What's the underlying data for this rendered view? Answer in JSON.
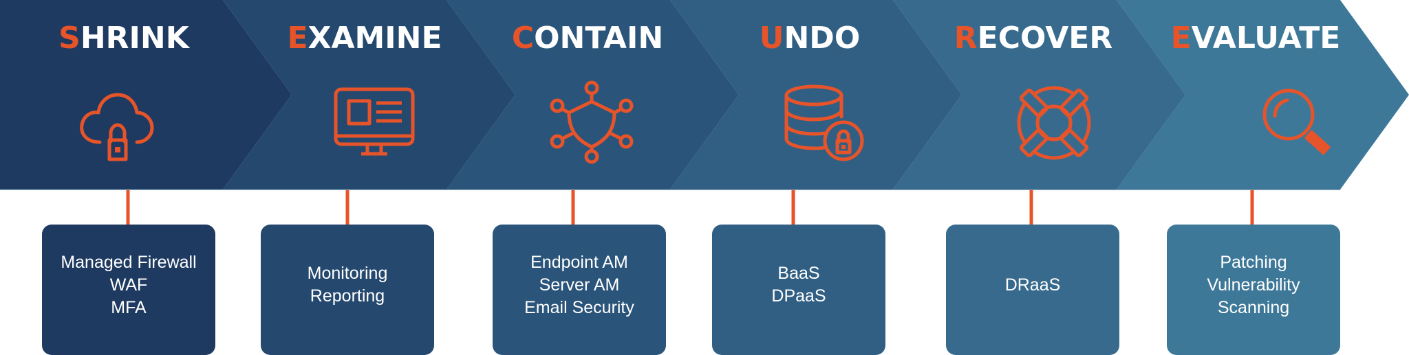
{
  "diagram": {
    "title_words": "SHRINK EXAMINE CONTAIN UNDO RECOVER EVALUATE",
    "colors": {
      "accent": "#e8542a",
      "text": "#ffffff"
    },
    "steps": [
      {
        "initial": "S",
        "rest": "HRINK",
        "icon": "cloud-lock-icon",
        "color": "#1f3a60",
        "services": [
          "Managed Firewall",
          "WAF",
          "MFA"
        ]
      },
      {
        "initial": "E",
        "rest": "XAMINE",
        "icon": "monitor-dashboard-icon",
        "color": "#25486f",
        "services": [
          "Monitoring",
          "Reporting"
        ]
      },
      {
        "initial": "C",
        "rest": "ONTAIN",
        "icon": "shield-network-icon",
        "color": "#2a5479",
        "services": [
          "Endpoint AM",
          "Server AM",
          "Email Security"
        ]
      },
      {
        "initial": "U",
        "rest": "NDO",
        "icon": "database-lock-icon",
        "color": "#315f84",
        "services": [
          "BaaS",
          "DPaaS"
        ]
      },
      {
        "initial": "R",
        "rest": "ECOVER",
        "icon": "lifebuoy-icon",
        "color": "#376a8d",
        "services": [
          "DRaaS"
        ]
      },
      {
        "initial": "E",
        "rest": "VALUATE",
        "icon": "magnifier-icon",
        "color": "#3e7898",
        "services": [
          "Patching",
          "Vulnerability",
          "Scanning"
        ]
      }
    ]
  }
}
